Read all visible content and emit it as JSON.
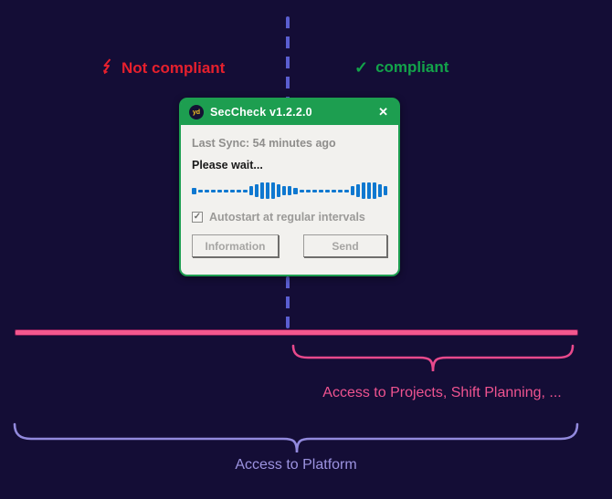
{
  "page": {
    "background": "#140d36"
  },
  "zones": {
    "not_compliant": {
      "label": "Not compliant",
      "color": "#e6202d"
    },
    "compliant": {
      "label": "compliant",
      "color": "#13a34a",
      "check_icon": "✓"
    }
  },
  "dialog": {
    "title": "SecCheck v1.2.2.0",
    "app_icon_text": "yd",
    "close_icon": "✕",
    "titlebar_color": "#1d9e50",
    "last_sync": "Last Sync: 54 minutes ago",
    "status": "Please wait...",
    "waveform": {
      "pattern": "sdddddddd12333211sdddddddd12333211s",
      "color": "#0f78d0"
    },
    "autostart_checkbox": {
      "checked": true,
      "check_icon": "✓",
      "label": "Autostart at regular intervals"
    },
    "buttons": [
      {
        "label": "Information"
      },
      {
        "label": "Send"
      }
    ]
  },
  "timeline": {
    "color": "#f4578e"
  },
  "braces": {
    "projects": {
      "label": "Access to Projects, Shift Planning, ...",
      "color": "#e8498c"
    },
    "platform": {
      "label": "Access to Platform",
      "color": "#9289dd"
    }
  }
}
